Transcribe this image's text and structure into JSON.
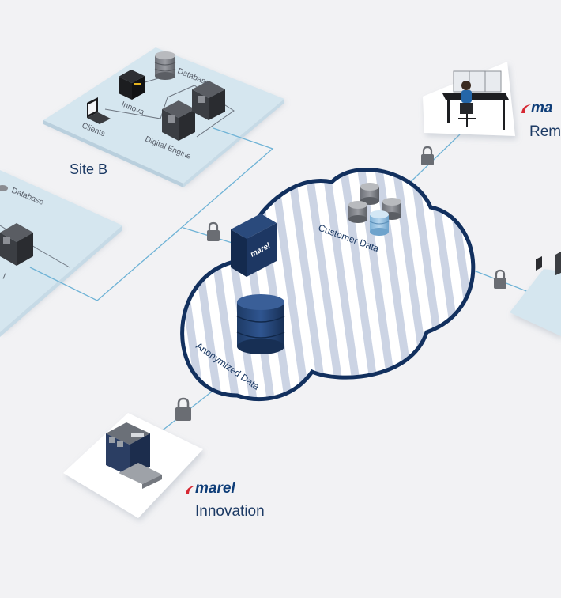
{
  "site_b": {
    "title": "Site B",
    "labels": {
      "database": "Database",
      "innova": "Innova",
      "clients": "Clients",
      "digital_engine": "Digital Engine"
    }
  },
  "site_a_partial": {
    "database": "Database",
    "cut_label": "l"
  },
  "cloud": {
    "customer_data": "Customer Data",
    "anonymized_data": "Anonymized Data"
  },
  "server_brand": "marel",
  "innovation": {
    "brand": "marel",
    "label": "Innovation"
  },
  "remote": {
    "brand": "ma",
    "label": "Rem"
  },
  "colors": {
    "background": "#f2f2f4",
    "site_platform": "#d5e6ef",
    "cloud_stroke": "#12305e",
    "cloud_stripe": "#ccd4e4",
    "connector_line": "#6fb3d6",
    "navy": "#1c3a64",
    "brand_red": "#d62732"
  },
  "icons": [
    "padlock-icon",
    "database-cylinder-icon",
    "server-rack-icon",
    "laptop-icon",
    "operator-workstation-icon",
    "processing-machine-icon"
  ]
}
